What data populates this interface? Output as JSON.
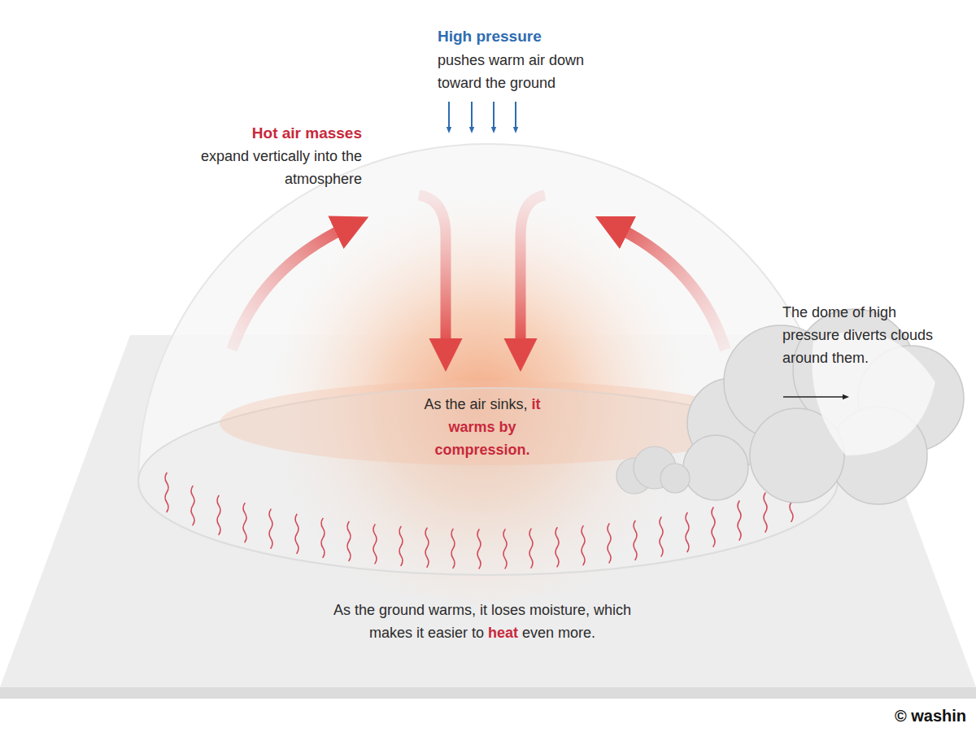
{
  "diagram": {
    "labels": [
      "High pressure",
      "pushes warm air down toward the ground",
      "Hot air masses",
      "expand vertically into the atmosphere",
      "The dome of high pressure diverts clouds around them.",
      "As the air sinks,",
      "it warms by compression.",
      "As the ground warms, it loses moisture, which makes it easier to",
      "heat",
      "even more.",
      "© washin"
    ]
  }
}
